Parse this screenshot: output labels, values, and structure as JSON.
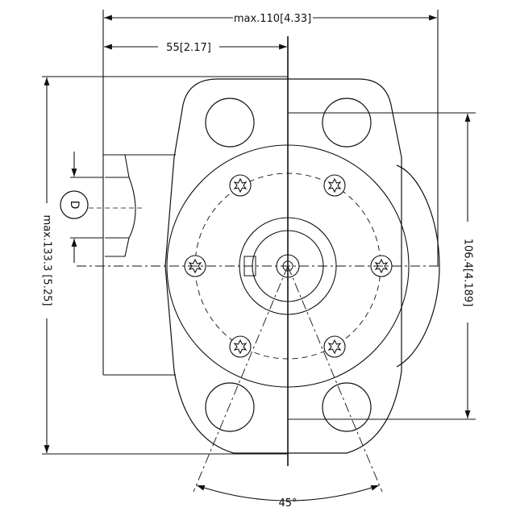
{
  "diagram": {
    "dim_overall_width": "max.110[4.33]",
    "dim_half_width": "55[2.17]",
    "dim_overall_height": "max.133.3 [5.25]",
    "dim_mount_height": "106.4[4.189]",
    "port_label": "D",
    "angle_label": "45°",
    "line_color": "#111111",
    "background_color": "#ffffff"
  }
}
